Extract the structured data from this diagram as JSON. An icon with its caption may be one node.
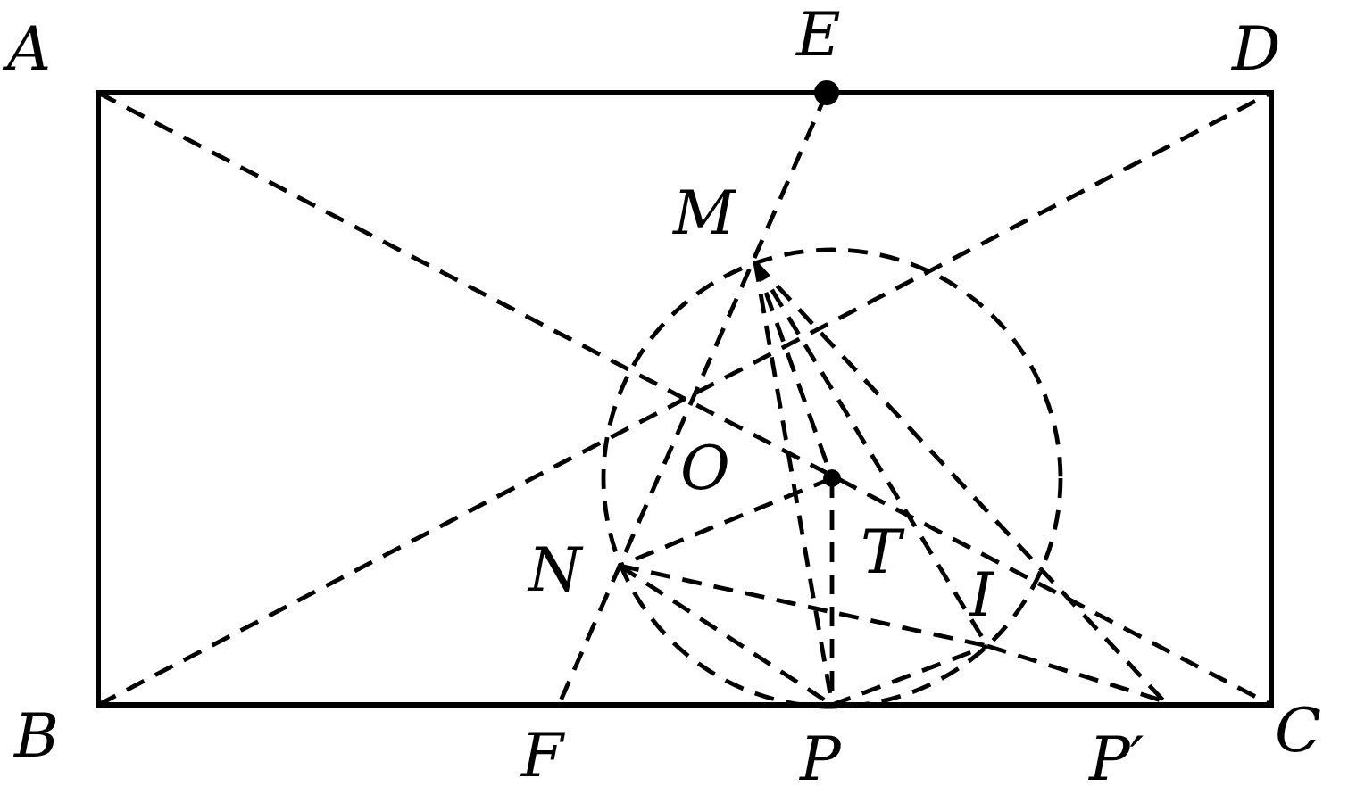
{
  "diagram": {
    "labels": [
      "A",
      "E",
      "D",
      "M",
      "O",
      "N",
      "T",
      "I",
      "B",
      "F",
      "P",
      "P′",
      "C"
    ]
  }
}
